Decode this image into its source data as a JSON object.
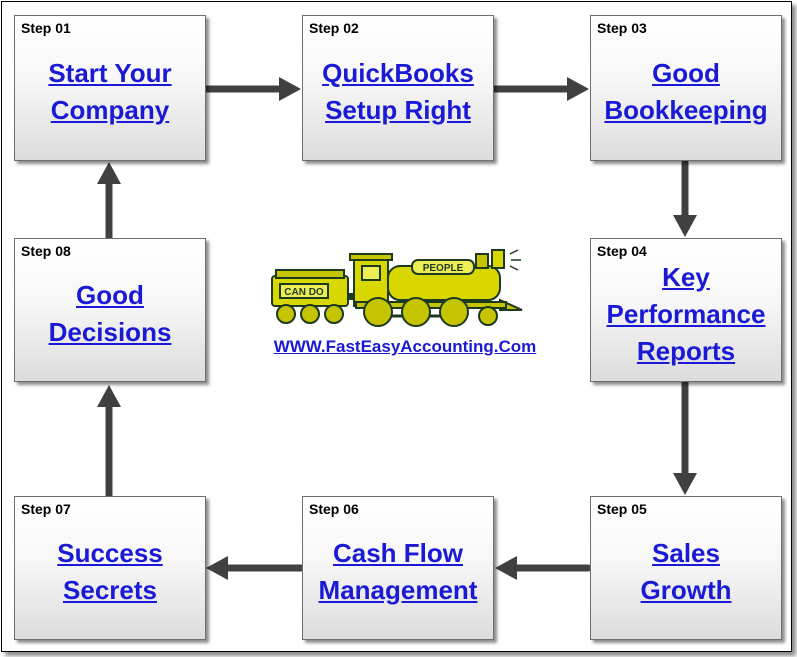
{
  "steps": [
    {
      "num": "Step 01",
      "line1": "Start Your",
      "line2": "Company"
    },
    {
      "num": "Step 02",
      "line1": "QuickBooks",
      "line2": "Setup Right"
    },
    {
      "num": "Step 03",
      "line1": "Good",
      "line2": "Bookkeeping"
    },
    {
      "num": "Step 04",
      "line1": "Key",
      "line2": "Performance",
      "line3": "Reports"
    },
    {
      "num": "Step 05",
      "line1": "Sales",
      "line2": "Growth"
    },
    {
      "num": "Step 06",
      "line1": "Cash Flow",
      "line2": "Management"
    },
    {
      "num": "Step 07",
      "line1": "Success",
      "line2": "Secrets"
    },
    {
      "num": "Step 08",
      "line1": "Good",
      "line2": "Decisions"
    }
  ],
  "logo": {
    "tender_text": "CAN DO",
    "boiler_text": "PEOPLE",
    "body_color": "#d8d800",
    "outline_color": "#1e3a1e"
  },
  "website": "WWW.FastEasyAccounting.Com",
  "colors": {
    "link": "#1a1ad6",
    "arrow": "#404040",
    "box_border": "#6e6e6e"
  }
}
